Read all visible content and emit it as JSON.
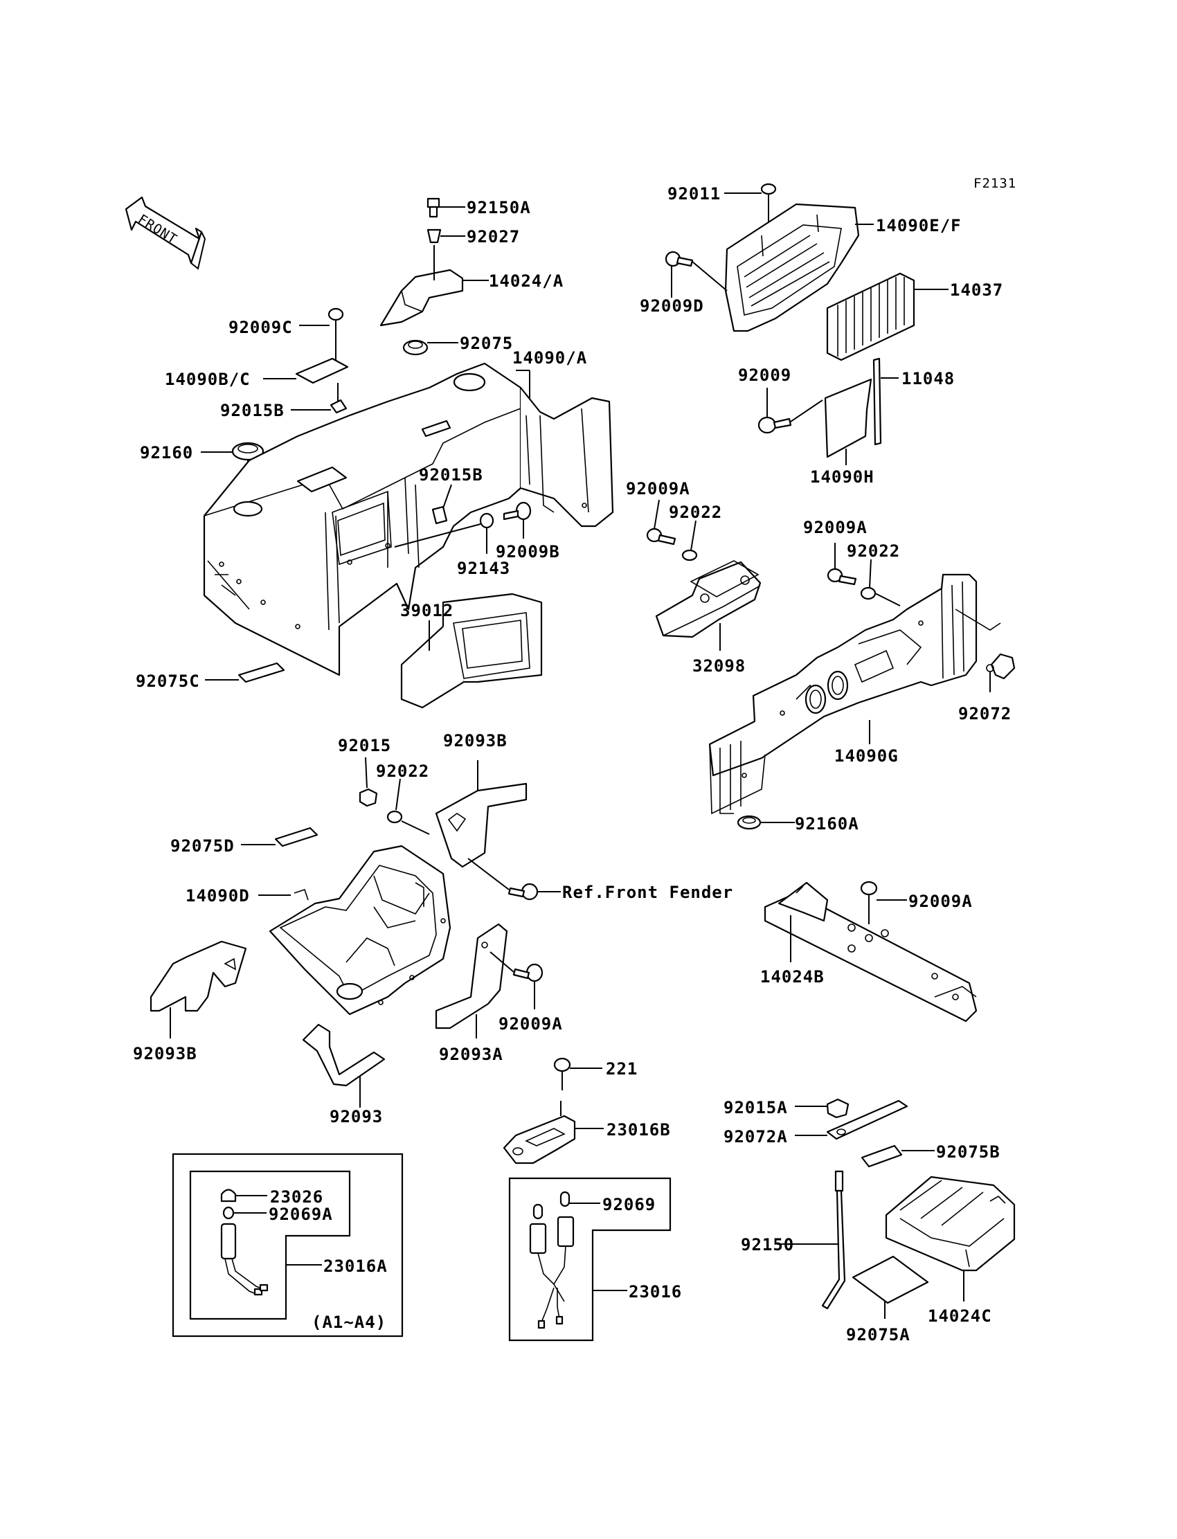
{
  "figure_code": "F2131",
  "front_arrow_text": "FRONT",
  "note_range": "(A1~A4)",
  "ref_note": "Ref.Front Fender",
  "labels": {
    "p92011": "92011",
    "p14090EF": "14090E/F",
    "p92009D": "92009D",
    "p14037": "14037",
    "p92009": "92009",
    "p11048": "11048",
    "p14090H": "14090H",
    "p92150A": "92150A",
    "p92027": "92027",
    "p14024A": "14024/A",
    "p92075": "92075",
    "p14090A": "14090/A",
    "p92009C": "92009C",
    "p14090BC": "14090B/C",
    "p92015B_1": "92015B",
    "p92160": "92160",
    "p92015B_2": "92015B",
    "p92009B": "92009B",
    "p92143": "92143",
    "p39012": "39012",
    "p92075C": "92075C",
    "p92009A_1": "92009A",
    "p92022_1": "92022",
    "p32098": "32098",
    "p92009A_2": "92009A",
    "p92022_2": "92022",
    "p92072": "92072",
    "p14090G": "14090G",
    "p92160A": "92160A",
    "p92015": "92015",
    "p92022_3": "92022",
    "p92093B_1": "92093B",
    "p92075D": "92075D",
    "p14090D": "14090D",
    "p92009A_3": "92009A",
    "p14024B": "14024B",
    "p92093B_2": "92093B",
    "p92009A_4": "92009A",
    "p92093A": "92093A",
    "p92093": "92093",
    "p221": "221",
    "p23016B": "23016B",
    "p92015A": "92015A",
    "p92072A": "92072A",
    "p92075B": "92075B",
    "p23026": "23026",
    "p92069A": "92069A",
    "p23016A": "23016A",
    "p92069": "92069",
    "p23016": "23016",
    "p92150": "92150",
    "p14024C": "14024C",
    "p92075A": "92075A"
  }
}
